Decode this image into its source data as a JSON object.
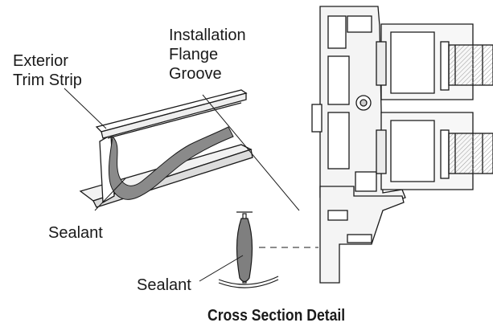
{
  "labels": {
    "exterior_trim_strip": [
      "Exterior",
      "Trim Strip"
    ],
    "installation_flange_groove": [
      "Installation",
      "Flange",
      "Groove"
    ],
    "sealant_left": "Sealant",
    "sealant_bottom": "Sealant"
  },
  "caption": "Cross Section Detail"
}
